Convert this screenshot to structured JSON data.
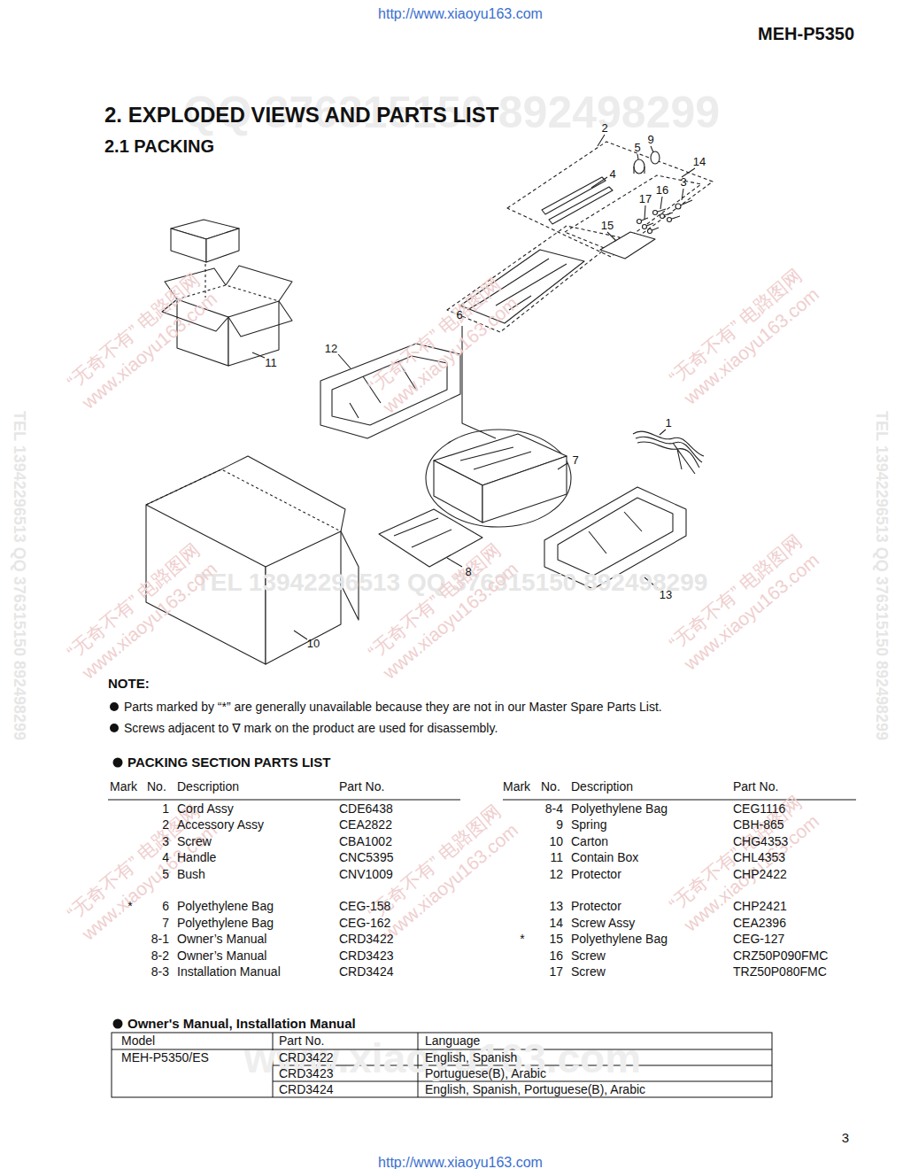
{
  "diagram": {
    "title": "2. EXPLODED VIEWS AND PARTS LIST",
    "labels": [
      "http://www.xiaoyu163.com",
      "MEH-P5350",
      "2.1 PACKING",
      "2",
      "9",
      "5",
      "14",
      "4",
      "3",
      "16",
      "17",
      "15",
      "6",
      "12",
      "11",
      "1",
      "7",
      "8",
      "13",
      "10",
      "NOTE:",
      "Parts marked by “*” are generally unavailable because they are not in our Master Spare Parts List.",
      "Screws adjacent to ∇ mark on the product are used for disassembly.",
      "PACKING SECTION PARTS LIST",
      "Mark",
      "No.",
      "Description",
      "Part No.",
      "Mark",
      "No.",
      "Description",
      "Part No.",
      "1",
      "Cord Assy",
      "CDE6438",
      "2",
      "Accessory Assy",
      "CEA2822",
      "3",
      "Screw",
      "CBA1002",
      "4",
      "Handle",
      "CNC5395",
      "5",
      "Bush",
      "CNV1009",
      "*",
      "6",
      "Polyethylene Bag",
      "CEG-158",
      "7",
      "Polyethylene Bag",
      "CEG-162",
      "8-1",
      "Owner’s Manual",
      "CRD3422",
      "8-2",
      "Owner’s Manual",
      "CRD3423",
      "8-3",
      "Installation Manual",
      "CRD3424",
      "8-4",
      "Polyethylene Bag",
      "CEG1116",
      "9",
      "Spring",
      "CBH-865",
      "10",
      "Carton",
      "CHG4353",
      "11",
      "Contain Box",
      "CHL4353",
      "12",
      "Protector",
      "CHP2422",
      "13",
      "Protector",
      "CHP2421",
      "14",
      "Screw Assy",
      "CEA2396",
      "*",
      "15",
      "Polyethylene Bag",
      "CEG-127",
      "16",
      "Screw",
      "CRZ50P090FMC",
      "17",
      "Screw",
      "TRZ50P080FMC",
      "Owner's Manual, Installation Manual",
      "Model",
      "Part No.",
      "Language",
      "MEH-P5350/ES",
      "CRD3422",
      "English, Spanish",
      "CRD3423",
      "Portuguese(B), Arabic",
      "CRD3424",
      "English, Spanish, Portuguese(B), Arabic",
      "3",
      "http://www.xiaoyu163.com",
      "QQ 376315150 892498299",
      "TEL 13942296513 QQ 376315150 892498299",
      "TEL 13942296513 QQ 376315150 892498299",
      "TEL 13942296513 QQ 376315150 892498299",
      "“无奇不有” 电路图网",
      "www.xiaoyu163.com",
      "“无奇不有” 电路图网",
      "www.xiaoyu163.com",
      "“无奇不有” 电路图网",
      "www.xiaoyu163.com",
      "“无奇不有” 电路图网",
      "www.xiaoyu163.com",
      "“无奇不有” 电路图网",
      "www.xiaoyu163.com",
      "“无奇不有” 电路图网",
      "www.xiaoyu163.com",
      "“无奇不有” 电路图网",
      "www.xiaoyu163.com",
      "“无奇不有” 电路图网",
      "www.xiaoyu163.com",
      "“无奇不有” 电路图网",
      "www.xiaoyu163.com",
      "www.xiaoyu163.com"
    ]
  }
}
